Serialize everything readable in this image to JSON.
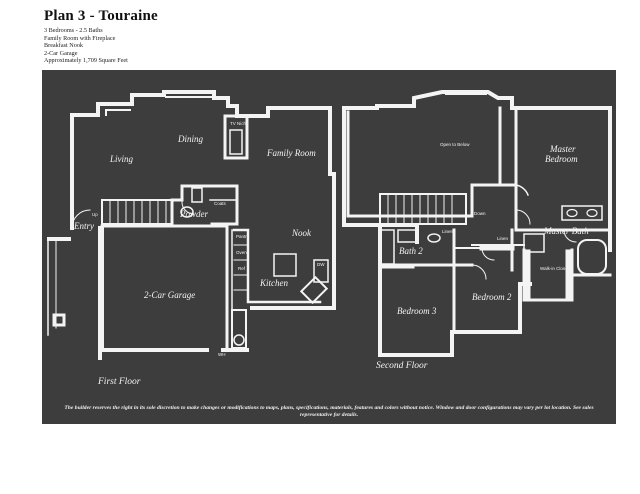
{
  "header": {
    "title": "Plan 3 - Touraine",
    "features": [
      "3 Bedrooms - 2.5 Baths",
      "Family Room with Fireplace",
      "Breakfast Nook",
      "2-Car Garage",
      "Approximately 1,709 Square Feet"
    ]
  },
  "first_floor": {
    "label": "First Floor",
    "rooms": {
      "living": "Living",
      "dining": "Dining",
      "family_room": "Family Room",
      "tv_niche": "TV Niche",
      "powder": "Powder",
      "coats": "Coats",
      "up": "Up",
      "entry": "Entry",
      "nook": "Nook",
      "pantry": "Pantry",
      "oven": "Oven",
      "ref": "Ref",
      "kitchen": "Kitchen",
      "dw": "DW",
      "garage": "2-Car Garage",
      "wh": "WH"
    }
  },
  "second_floor": {
    "label": "Second Floor",
    "rooms": {
      "open_to_below": "Open to Below",
      "master_bedroom": "Master Bedroom",
      "down": "Down",
      "linen": "Linen",
      "linen2": "Linen",
      "bath2": "Bath 2",
      "master_bath": "Master Bath",
      "walkin_closet": "Walk-in Closet",
      "bedroom3": "Bedroom 3",
      "bedroom2": "Bedroom 2"
    }
  },
  "disclaimer": "The builder reserves the right in its sole discretion to make changes or modifications to maps, plans, specifications, materials, features and colors without notice. Window and door configurations may vary per lot location. See sales representative for details.",
  "colors": {
    "background": "#3d3d3d",
    "walls": "#f4f4f4"
  }
}
